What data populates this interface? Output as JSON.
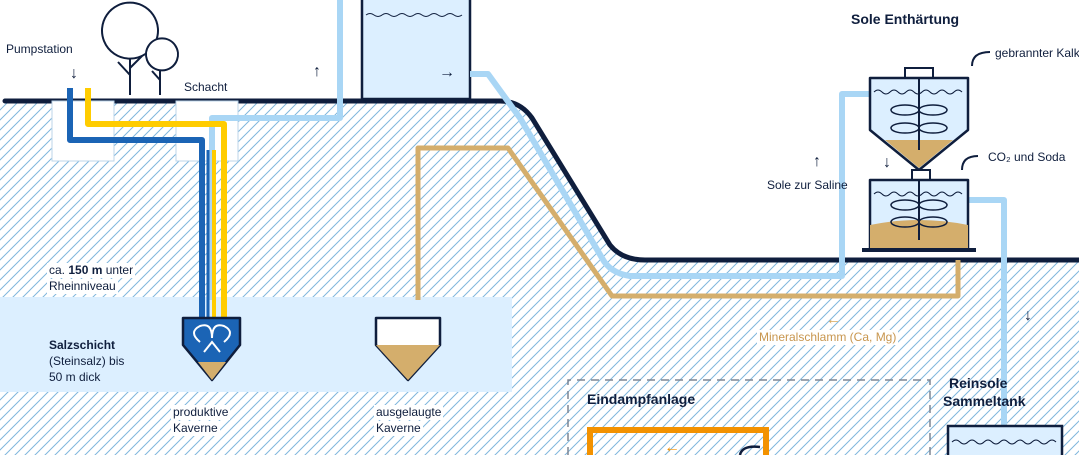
{
  "labels": {
    "pumpstation": "Pumpstation",
    "schacht": "Schacht",
    "sole_enthaertung": "Sole Enthärtung",
    "gebrannter_kalk": "gebrannter Kalk",
    "co2_und_soda": "CO₂ und Soda",
    "sole_zur_saline": "Sole zur Saline",
    "depth_prefix": "ca.",
    "depth_value": "150 m",
    "depth_suffix": "unter",
    "depth_line2": "Rheinniveau",
    "salzschicht_title": "Salzschicht",
    "salzschicht_line2": "(Steinsalz) bis",
    "salzschicht_line3": "50 m dick",
    "produktive_line1": "produktive",
    "produktive_line2": "Kaverne",
    "ausgelaugte_line1": "ausgelaugte",
    "ausgelaugte_line2": "Kaverne",
    "mineralschlamm": "Mineralschlamm (Ca, Mg)",
    "eindampfanlage": "Eindampfanlage",
    "reinsole_line1": "Reinsole",
    "reinsole_line2": "Sammeltank"
  },
  "arrows": {
    "down": "↓",
    "up": "↑",
    "right": "→",
    "left": "←"
  },
  "colors": {
    "navy": "#0f1e3d",
    "fresh_water_blue": "#1b64b5",
    "brine_light_blue": "#a9d6f5",
    "salt_yellow": "#ffcc00",
    "mud_tan": "#d4ae6c",
    "orange": "#f39200",
    "salt_layer_fill": "#dcefff",
    "hatch": "#7fb6dd"
  }
}
